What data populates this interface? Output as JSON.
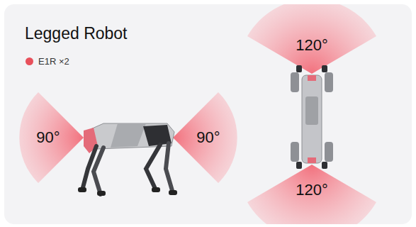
{
  "diagram": {
    "title": "Legged Robot",
    "labels": [
      "90°",
      "90°",
      "120°",
      "120°"
    ],
    "legend": [
      {
        "text": "E1R ×2",
        "color": "#e8505b"
      }
    ]
  }
}
